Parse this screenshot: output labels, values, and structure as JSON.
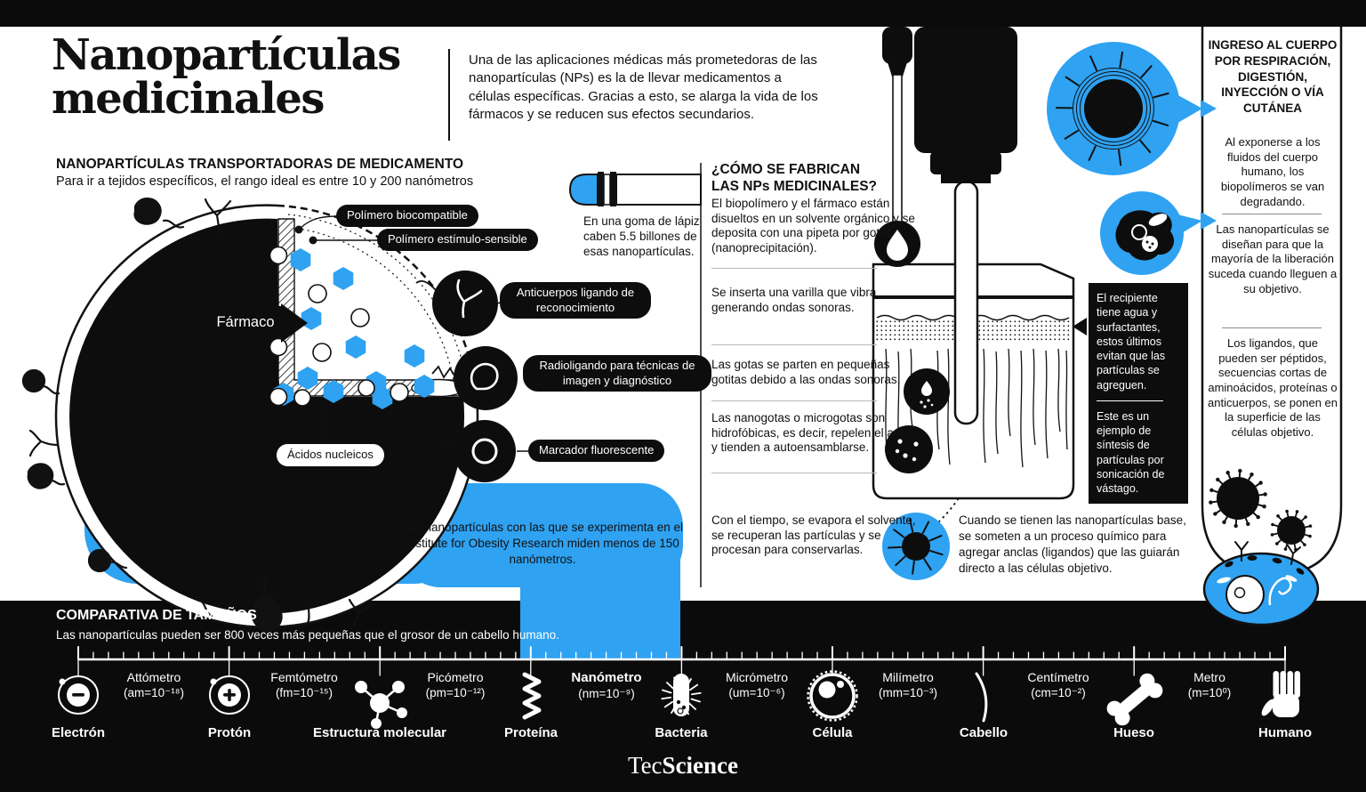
{
  "colors": {
    "accent_blue": "#2FA2F2",
    "ink": "#0D0D0D",
    "paper": "#FFFFFF"
  },
  "masthead": {
    "title": "Nanopartículas\nmedicinales",
    "intro": "Una de las aplicaciones médicas más prometedoras de las nanopartículas (NPs) es la de llevar medicamentos a células específicas. Gracias a esto, se alarga la vida de los fármacos y se reducen sus efectos secundarios."
  },
  "carrier_section": {
    "heading": "NANOPARTÍCULAS TRANSPORTADORAS DE MEDICAMENTO",
    "subheading": "Para ir a tejidos específicos, el rango ideal es entre 10 y 200 nanómetros",
    "labels": {
      "polymer_biocompatible": "Polímero biocompatible",
      "polymer_stimulus": "Polímero estímulo-sensible",
      "drug": "Fármaco",
      "antibodies": "Anticuerpos ligando de reconocimiento",
      "radioligand": "Radioligando para técnicas de imagen y diagnóstico",
      "nucleic_acids": "Ácidos nucleicos",
      "fluorescent_marker": "Marcador fluorescente"
    },
    "eraser_note": "En una goma de lápiz caben 5.5 billones de esas nanopartículas.",
    "research_note": "Las nanopartículas con las que se experimenta en el Institute for Obesity Research miden menos de 150 nanómetros."
  },
  "fabrication_section": {
    "heading": "¿CÓMO SE FABRICAN\nLAS NPs MEDICINALES?",
    "steps": [
      "El biopolímero y el fármaco están disueltos en un solvente orgánico y se deposita con una pipeta por goteo (nanoprecipitación).",
      "Se inserta una varilla que vibra generando ondas sonoras.",
      "Las gotas se parten en pequeñas gotitas debido a las ondas sonoras.",
      "Las nanogotas o microgotas son hidrofóbicas, es decir, repelen el agua y tienden a autoensamblarse.",
      "Con el tiempo, se evapora el solvente, se recuperan las partículas y se procesan para conservarlas."
    ],
    "vessel_note_1": "El recipiente tiene agua y surfactantes, estos últimos evitan que las partículas se agreguen.",
    "vessel_note_2": "Este es un ejemplo de síntesis de partículas por sonicación de vástago.",
    "anchors_note": "Cuando se tienen las nanopartículas base, se someten a un proceso químico para agregar anclas (ligandos) que las guiarán directo a las células objetivo."
  },
  "entry_sidebar": {
    "heading": "INGRESO AL CUERPO POR RESPIRACIÓN, DIGESTIÓN, INYECCIÓN O VÍA CUTÁNEA",
    "paragraphs": [
      "Al exponerse a los fluidos del cuerpo humano, los biopolímeros se van degradando.",
      "Las nanopartículas se diseñan para que la mayoría de la liberación suceda cuando lleguen a su objetivo.",
      "Los ligandos, que pueden ser péptidos, secuencias cortas de aminoácidos, proteínas o anticuerpos, se ponen en la superficie de las células objetivo."
    ]
  },
  "size_scale": {
    "heading": "COMPARATIVA DE TAMAÑOS",
    "subheading": "Las nanopartículas pueden ser 800 veces más pequeñas que el grosor de un cabello humano.",
    "units": [
      {
        "name": "Attómetro",
        "formula": "(am=10⁻¹⁸)"
      },
      {
        "name": "Femtómetro",
        "formula": "(fm=10⁻¹⁵)"
      },
      {
        "name": "Picómetro",
        "formula": "(pm=10⁻¹²)"
      },
      {
        "name": "Nanómetro",
        "formula": "(nm=10⁻⁹)"
      },
      {
        "name": "Micrómetro",
        "formula": "(um=10⁻⁶)"
      },
      {
        "name": "Milímetro",
        "formula": "(mm=10⁻³)"
      },
      {
        "name": "Centímetro",
        "formula": "(cm=10⁻²)"
      },
      {
        "name": "Metro",
        "formula": "(m=10⁰)"
      }
    ],
    "items": [
      {
        "label": "Electrón",
        "icon": "electron-icon"
      },
      {
        "label": "Protón",
        "icon": "proton-icon"
      },
      {
        "label": "Estructura molecular",
        "icon": "molecule-icon"
      },
      {
        "label": "Proteína",
        "icon": "protein-helix-icon"
      },
      {
        "label": "Bacteria",
        "icon": "bacteria-icon"
      },
      {
        "label": "Célula",
        "icon": "cell-icon"
      },
      {
        "label": "Cabello",
        "icon": "hair-icon"
      },
      {
        "label": "Hueso",
        "icon": "bone-icon"
      },
      {
        "label": "Humano",
        "icon": "hand-icon"
      }
    ]
  },
  "footer": {
    "brand_regular": "Tec",
    "brand_bold": "Science"
  }
}
